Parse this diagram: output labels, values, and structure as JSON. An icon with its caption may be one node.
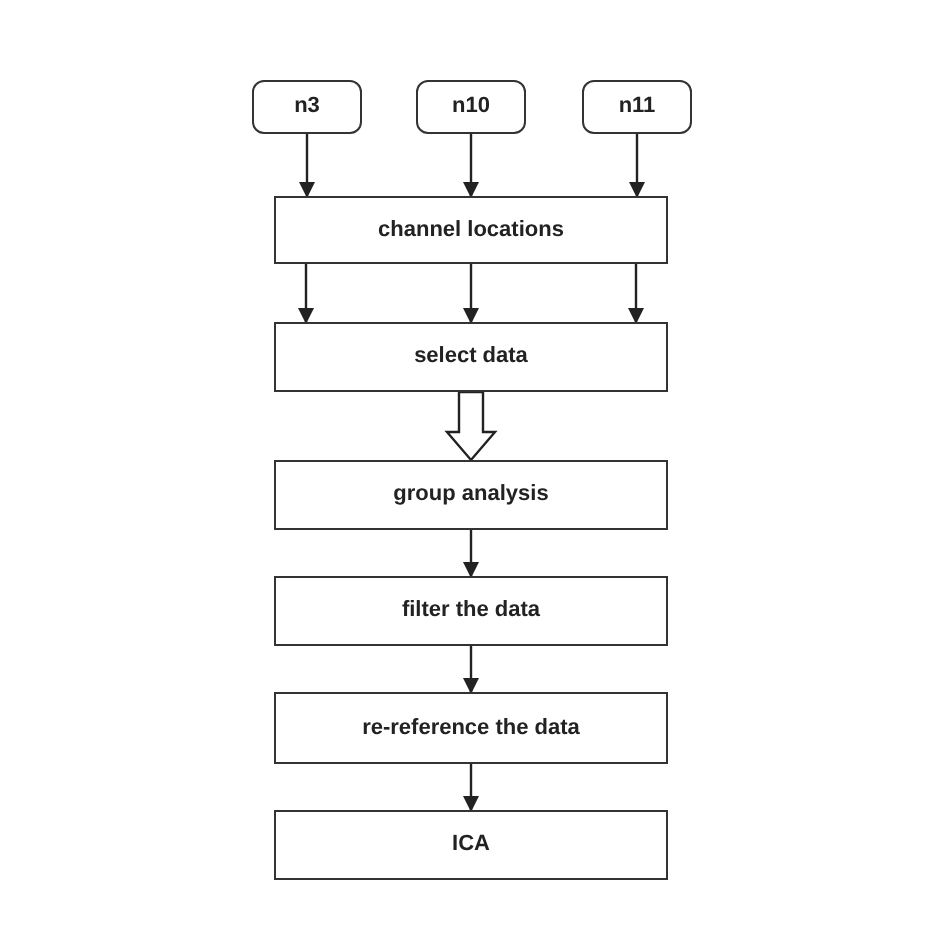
{
  "diagram": {
    "nodes": [
      {
        "text": [
          "n3"
        ]
      },
      {
        "text": [
          "n10"
        ]
      },
      {
        "text": [
          "n11"
        ]
      },
      {
        "text": [
          "channel locations"
        ]
      },
      {
        "text": [
          "select data"
        ]
      },
      {
        "text": [
          "group analysis"
        ]
      },
      {
        "text": [
          "filter the data"
        ]
      },
      {
        "text": [
          "re-reference the data"
        ]
      },
      {
        "text": [
          "ICA"
        ]
      }
    ],
    "edges": [
      {
        "from": 0,
        "to": 3,
        "arrow": "to"
      },
      {
        "from": 1,
        "to": 3,
        "arrow": "to"
      },
      {
        "from": 2,
        "to": 3,
        "arrow": "to"
      },
      {
        "from": 3,
        "to": 4,
        "arrow": "to"
      },
      {
        "from": 3,
        "to": 4,
        "arrow": "to"
      },
      {
        "from": 3,
        "to": 4,
        "arrow": "to"
      },
      {
        "from": 4,
        "to": 5,
        "arrow": "to",
        "style": "thick"
      },
      {
        "from": 5,
        "to": 6,
        "arrow": "to"
      },
      {
        "from": 6,
        "to": 7,
        "arrow": "to"
      },
      {
        "from": 7,
        "to": 8,
        "arrow": "to"
      }
    ]
  }
}
